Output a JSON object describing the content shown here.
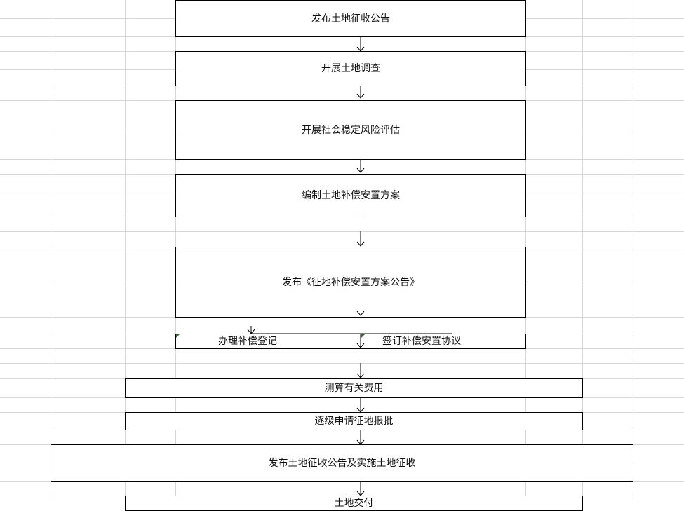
{
  "flow": {
    "steps": [
      "发布土地征收公告",
      "开展土地调查",
      "开展社会稳定风险评估",
      "编制土地补偿安置方案",
      "发布《征地补偿安置方案公告》"
    ],
    "branch": {
      "left": "办理补偿登记",
      "right": "签订补偿安置协议"
    },
    "steps_after": [
      "测算有关费用",
      "逐级申请征地报批",
      "发布土地征收公告及实施土地征收",
      "土地交付"
    ]
  },
  "colors": {
    "grid": "#d4d4d4",
    "border": "#000000",
    "corner_marker": "#1a7a1a"
  }
}
